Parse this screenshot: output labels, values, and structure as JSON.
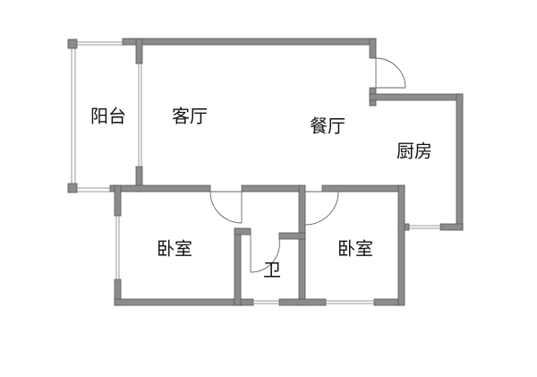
{
  "rooms": {
    "balcony": "阳台",
    "living_room": "客厅",
    "dining_room": "餐厅",
    "kitchen": "厨房",
    "bedroom_left": "卧室",
    "bathroom": "卫",
    "bedroom_right": "卧室"
  },
  "colors": {
    "wall": "#8c8c8c",
    "wall_edge": "#555555",
    "window": "#9a9a9a",
    "door_arc": "#666666"
  }
}
